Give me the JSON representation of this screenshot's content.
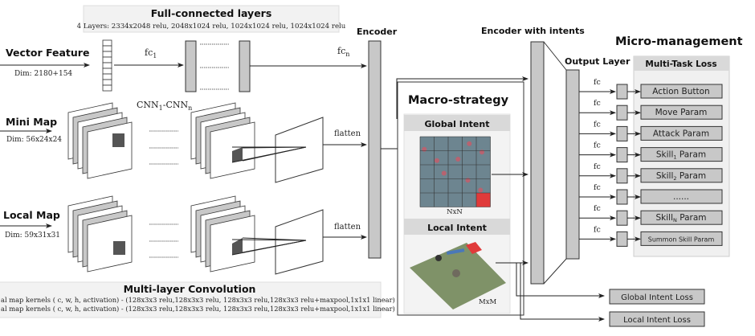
{
  "title_fc": {
    "heading": "Full-connected layers",
    "detail": "4 Layers: 2334x2048 relu, 2048x1024 relu, 1024x1024 relu, 1024x1024 relu"
  },
  "inputs": {
    "vector": {
      "label": "Vector Feature",
      "dim": "Dim: 2180+154"
    },
    "minimap": {
      "label": "Mini Map",
      "dim": "Dim: 56x24x24"
    },
    "localmap": {
      "label": "Local Map",
      "dim": "Dim: 59x31x31"
    }
  },
  "fc_labels": {
    "fc1": "fc",
    "fc1_sub": "1",
    "fcn": "fc",
    "fcn_sub": "n"
  },
  "cnn_label": {
    "main": "CNN",
    "sub1": "1",
    "dash": "-CNN",
    "subn": "n"
  },
  "flatten_label": "flatten",
  "conv_box": {
    "heading": "Multi-layer Convolution",
    "line1": "al map kernels ( c, w, h, activation) - (128x3x3 relu,128x3x3 relu, 128x3x3 relu,128x3x3 relu+maxpool,1x1x1 linear)",
    "line2": "al map kernels ( c, w, h, activation) - (128x3x3 relu,128x3x3 relu, 128x3x3 relu,128x3x3 relu+maxpool,1x1x1 linear)"
  },
  "encoder": {
    "label": "Encoder"
  },
  "encoder_intents": {
    "label": "Encoder with intents"
  },
  "macro": {
    "heading": "Macro-strategy",
    "global_intent": "Global Intent",
    "grid_label": "NxN",
    "local_intent": "Local Intent",
    "local_label": "MxM"
  },
  "micro": {
    "heading": "Micro-management",
    "output_layer": "Output Layer",
    "loss_heading": "Multi-Task Loss",
    "fc_label": "fc",
    "tasks": [
      {
        "label": "Action Button",
        "sub": "",
        "suffix": ""
      },
      {
        "label": "Move Param",
        "sub": "",
        "suffix": ""
      },
      {
        "label": "Attack Param",
        "sub": "",
        "suffix": ""
      },
      {
        "label": "Skill",
        "sub": "1",
        "suffix": " Param"
      },
      {
        "label": "Skill",
        "sub": "2",
        "suffix": " Param"
      },
      {
        "label": "......",
        "sub": "",
        "suffix": ""
      },
      {
        "label": "Skill",
        "sub": "N",
        "suffix": " Param"
      },
      {
        "label": "Summon Skill Param",
        "sub": "",
        "suffix": ""
      }
    ]
  },
  "losses": {
    "global": "Global Intent Loss",
    "local": "Local Intent Loss"
  },
  "colors": {
    "layer_fill": "#c8c8c8",
    "panel_fill": "#f0f0f0",
    "header_fill": "#d9d9d9",
    "stroke": "#333333",
    "map_red": "#e03a3a",
    "grass": "#7f9268"
  }
}
